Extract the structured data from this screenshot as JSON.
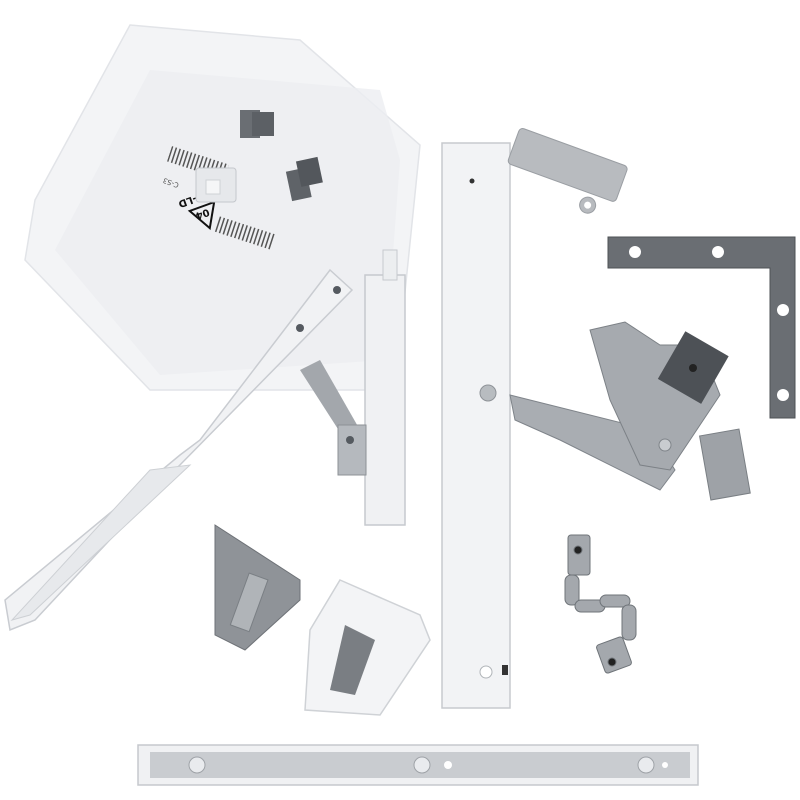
{
  "image": {
    "kind": "product-photo",
    "subject": "window hardware fitting kit (parts laid out on white background)",
    "background": "#ffffff"
  },
  "parts": [
    {
      "id": "plastic-bag",
      "description": "clear plastic bag with small dark grey plastic end caps and a white clip",
      "region": [
        20,
        20,
        400,
        370
      ]
    },
    {
      "id": "folding-arm",
      "description": "white long folding arm / stay with hinged bracket",
      "region": [
        5,
        250,
        405,
        630
      ]
    },
    {
      "id": "vertical-rail",
      "description": "long white vertical rail with pivot rivet",
      "region": [
        440,
        140,
        520,
        710
      ]
    },
    {
      "id": "grey-hinge-cover",
      "description": "grey plastic hinge cover with ring eyelet",
      "region": [
        505,
        125,
        630,
        215
      ]
    },
    {
      "id": "corner-bracket",
      "description": "dark grey L-shaped corner drive",
      "region": [
        605,
        230,
        800,
        420
      ]
    },
    {
      "id": "scissor-stay",
      "description": "zinc-plated steel scissor stay plate with swivel block",
      "region": [
        510,
        320,
        750,
        500
      ]
    },
    {
      "id": "clamp-bracket",
      "description": "zinc bracket with threaded bolt",
      "region": [
        210,
        520,
        305,
        650
      ]
    },
    {
      "id": "white-end-cap",
      "description": "white angled end cap",
      "region": [
        305,
        580,
        430,
        715
      ]
    },
    {
      "id": "chain-link",
      "description": "S-shaped steel chain link with end blocks",
      "region": [
        555,
        535,
        660,
        680
      ]
    },
    {
      "id": "bottom-rail",
      "description": "long horizontal white track rail with mounting holes",
      "region": [
        115,
        740,
        710,
        790
      ]
    }
  ],
  "bag_label": {
    "recycle_code": "04",
    "material": "PE-LD",
    "product_code": "C-S3"
  },
  "colors": {
    "white_part": "#f1f2f4",
    "white_edge": "#c9ccd1",
    "zinc": "#a9adb2",
    "zinc_dark": "#7f848a",
    "dark_grey": "#5d6166",
    "light_grey": "#b9bcc0"
  }
}
